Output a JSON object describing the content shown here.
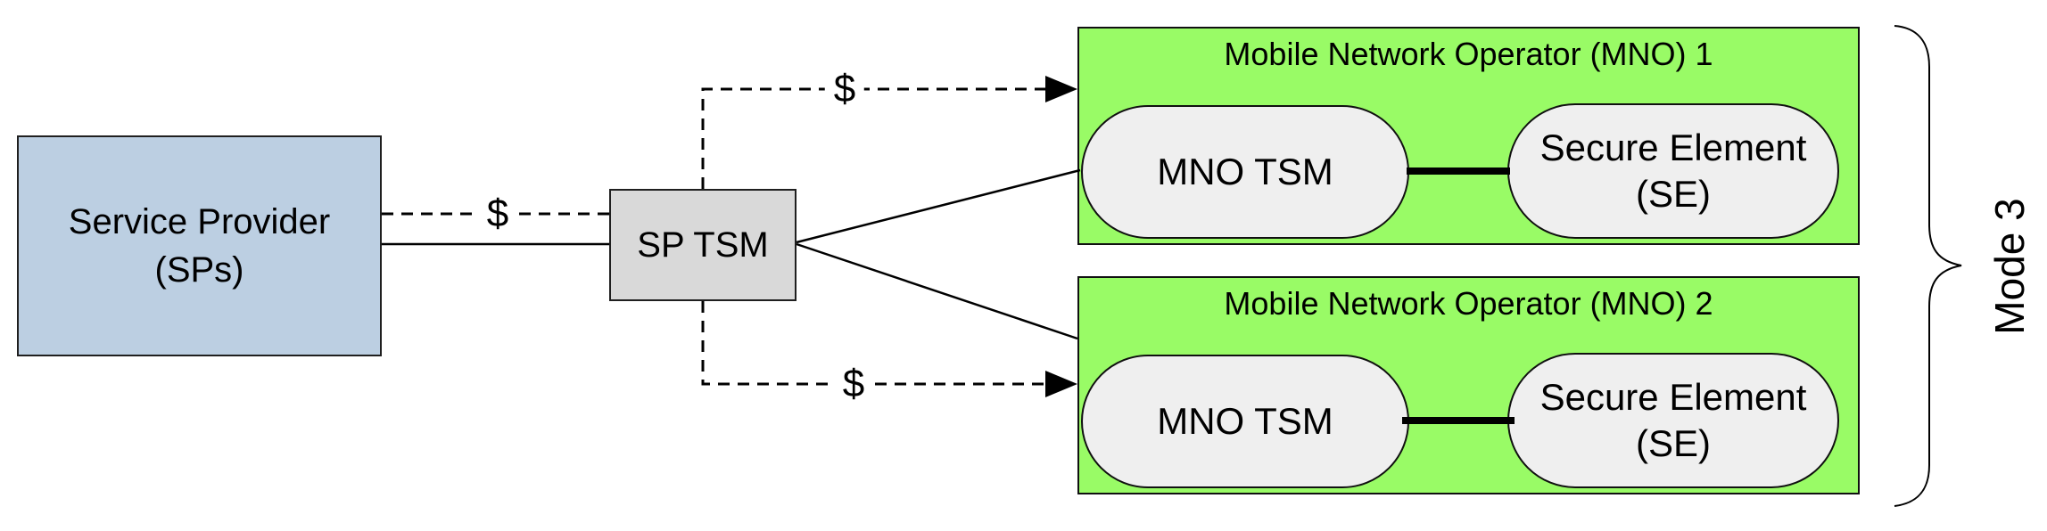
{
  "service_provider": {
    "line1": "Service Provider",
    "line2": "(SPs)"
  },
  "sp_tsm": {
    "label": "SP TSM"
  },
  "mno_boxes": [
    {
      "title": "Mobile Network Operator (MNO) 1",
      "tsm_label": "MNO TSM",
      "se_line1": "Secure Element",
      "se_line2": "(SE)"
    },
    {
      "title": "Mobile Network Operator (MNO) 2",
      "tsm_label": "MNO TSM",
      "se_line1": "Secure Element",
      "se_line2": "(SE)"
    }
  ],
  "money_flows": {
    "sp_to_sptsm_label": "$",
    "sptsm_to_mno1_label": "$",
    "sptsm_to_mno2_label": "$"
  },
  "mode_label": "Mode 3",
  "colors": {
    "service_provider_fill": "#BCCFE2",
    "sp_tsm_fill": "#D9D9D9",
    "mno_fill": "#99FB66",
    "oval_fill": "#EFEFEF",
    "line_color": "#000000"
  }
}
